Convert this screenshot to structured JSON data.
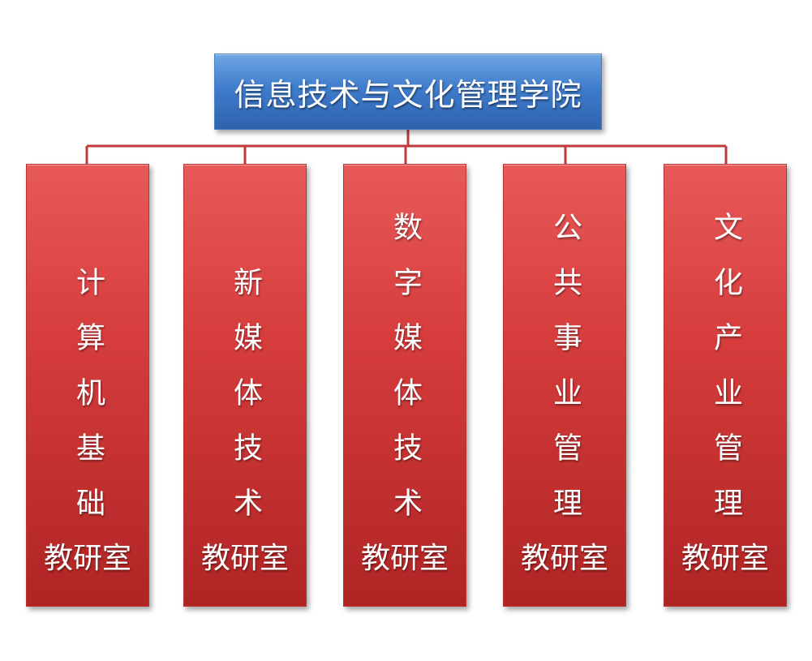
{
  "root": {
    "title": "信息技术与文化管理学院"
  },
  "departments": [
    {
      "name": "计算机基础",
      "suffix": "教研室"
    },
    {
      "name": "新媒体技术",
      "suffix": "教研室"
    },
    {
      "name": "数字媒体技术",
      "suffix": "教研室"
    },
    {
      "name": "公共事业管理",
      "suffix": "教研室"
    },
    {
      "name": "文化产业管理",
      "suffix": "教研室"
    }
  ],
  "colors": {
    "root_box": "#3f7ccc",
    "dept_box": "#d63c3c",
    "connector": "#c0393b",
    "text": "#ffffff"
  }
}
